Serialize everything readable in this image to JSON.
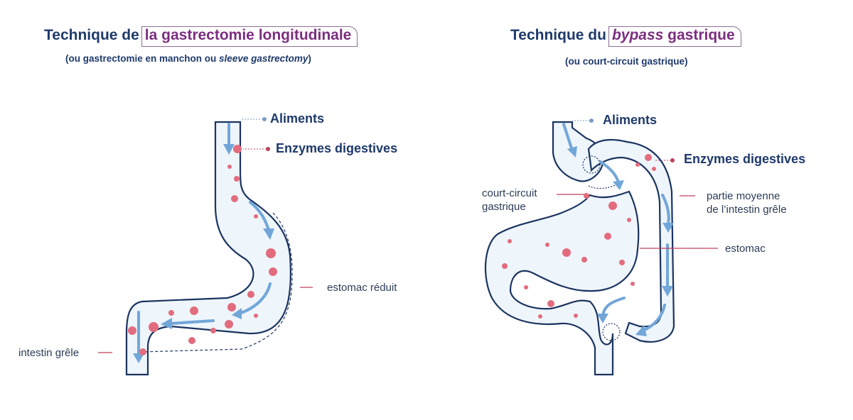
{
  "left": {
    "title_prefix": "Technique de",
    "title_highlight": "la gastrectomie longitudinale",
    "subtitle_before": "(ou gastrectomie en manchon ou",
    "subtitle_italic": "sleeve gastrectomy",
    "subtitle_after": ")",
    "labels": {
      "aliments": "Aliments",
      "enzymes": "Enzymes digestives",
      "estomac_reduit": "estomac réduit",
      "intestin_grele": "intestin grêle"
    }
  },
  "right": {
    "title_prefix": "Technique du",
    "title_highlight_italic": "bypass",
    "title_highlight_rest": "gastrique",
    "subtitle": "(ou court-circuit gastrique)",
    "labels": {
      "aliments": "Aliments",
      "enzymes": "Enzymes digestives",
      "court_circuit_line1": "court-circuit",
      "court_circuit_line2": "gastrique",
      "partie_line1": "partie moyenne",
      "partie_line2": "de l’intestin grêle",
      "estomac": "estomac"
    }
  },
  "colors": {
    "organ_outline": "#1c3461",
    "organ_fill": "#eef5fb",
    "arrow": "#72a6d8",
    "bubble": "#e26c7e",
    "bubble_light": "#f3b8c0",
    "leader_red": "#c0405a",
    "leader_blue": "#7e9cc4",
    "title": "#1f3a6b",
    "highlight": "#7b2e80"
  }
}
